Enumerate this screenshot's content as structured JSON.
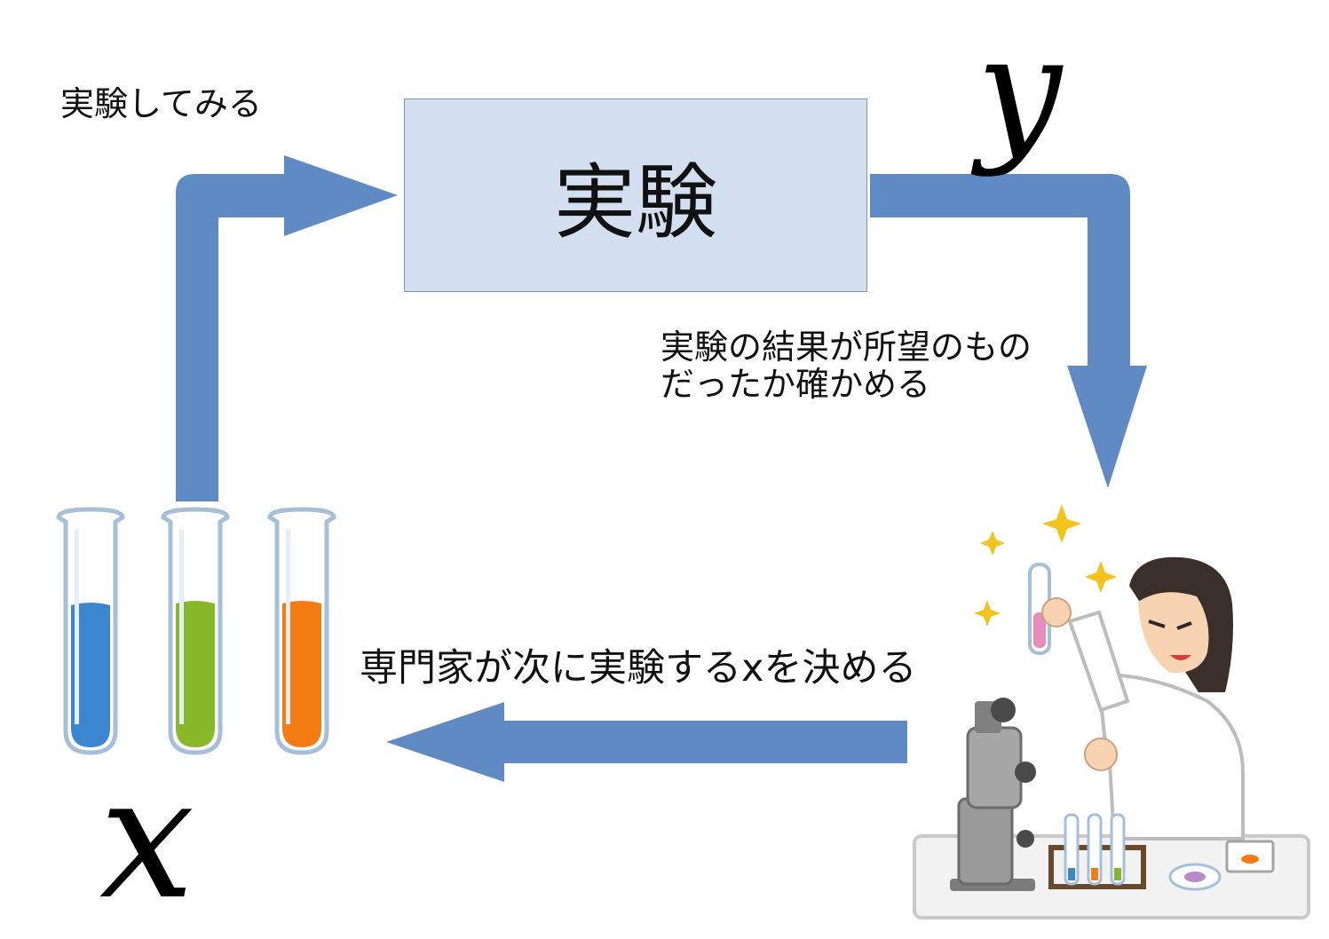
{
  "experiment_box": {
    "label": "実験"
  },
  "labels": {
    "try_experiment": "実験してみる",
    "check_result_line1": "実験の結果が所望のもの",
    "check_result_line2": "だったか確かめる",
    "expert_decides": "専門家が次に実験するxを決める"
  },
  "variables": {
    "input": "x",
    "output": "y"
  },
  "colors": {
    "arrow": "#5f8ac3",
    "box_fill": "#d3dff0",
    "liquid_blue": "#3b86cf",
    "liquid_green": "#86b82a",
    "liquid_orange": "#f57c12",
    "sparkle": "#f3c21b"
  },
  "illustrations": {
    "test_tubes": "test-tubes-icon",
    "scientist": "scientist-with-microscope-icon"
  }
}
